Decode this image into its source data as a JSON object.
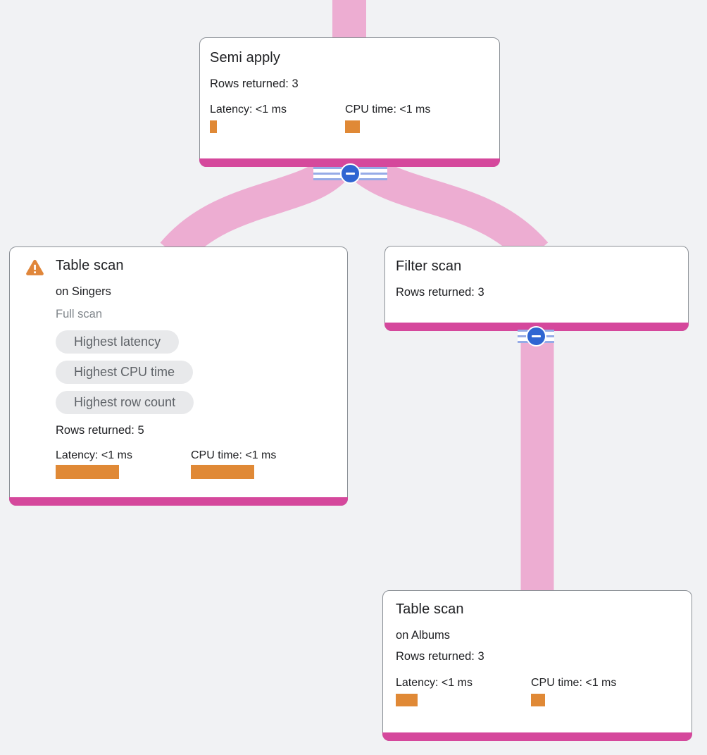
{
  "diagram": {
    "title": "query-execution-plan",
    "colors": {
      "background": "#f1f2f4",
      "edge_pink": "#edadd2",
      "node_accent_magenta": "#d5489c",
      "metric_bar_orange": "#e08936",
      "warning_orange": "#e0863a",
      "collapse_blue": "#2f65d2",
      "badge_gray": "#e8e9eb"
    },
    "nodes": [
      {
        "title": "Semi apply",
        "rows": "Rows returned: 3",
        "latency_label": "Latency: <1 ms",
        "cpu_label": "CPU time: <1 ms",
        "latency_bar_style": "width:10px",
        "cpu_bar_style": "width:21px"
      },
      {
        "title": "Table scan",
        "subtitle": "on Singers",
        "scan_type": "Full scan",
        "warning_icon": "warning-triangle",
        "badges": [
          "Highest latency",
          "Highest CPU time",
          "Highest row count"
        ],
        "rows": "Rows returned: 5",
        "latency_label": "Latency: <1 ms",
        "cpu_label": "CPU time: <1 ms",
        "latency_bar_style": "width:90px",
        "cpu_bar_style": "width:90px"
      },
      {
        "title": "Filter scan",
        "rows": "Rows returned: 3"
      },
      {
        "title": "Table scan",
        "subtitle": "on Albums",
        "rows": "Rows returned: 3",
        "latency_label": "Latency: <1 ms",
        "cpu_label": "CPU time: <1 ms",
        "latency_bar_style": "width:31px",
        "cpu_bar_style": "width:20px"
      }
    ],
    "collapse_buttons": [
      {
        "icon": "minus-collapse",
        "parent": "Semi apply"
      },
      {
        "icon": "minus-collapse",
        "parent": "Filter scan"
      }
    ]
  }
}
